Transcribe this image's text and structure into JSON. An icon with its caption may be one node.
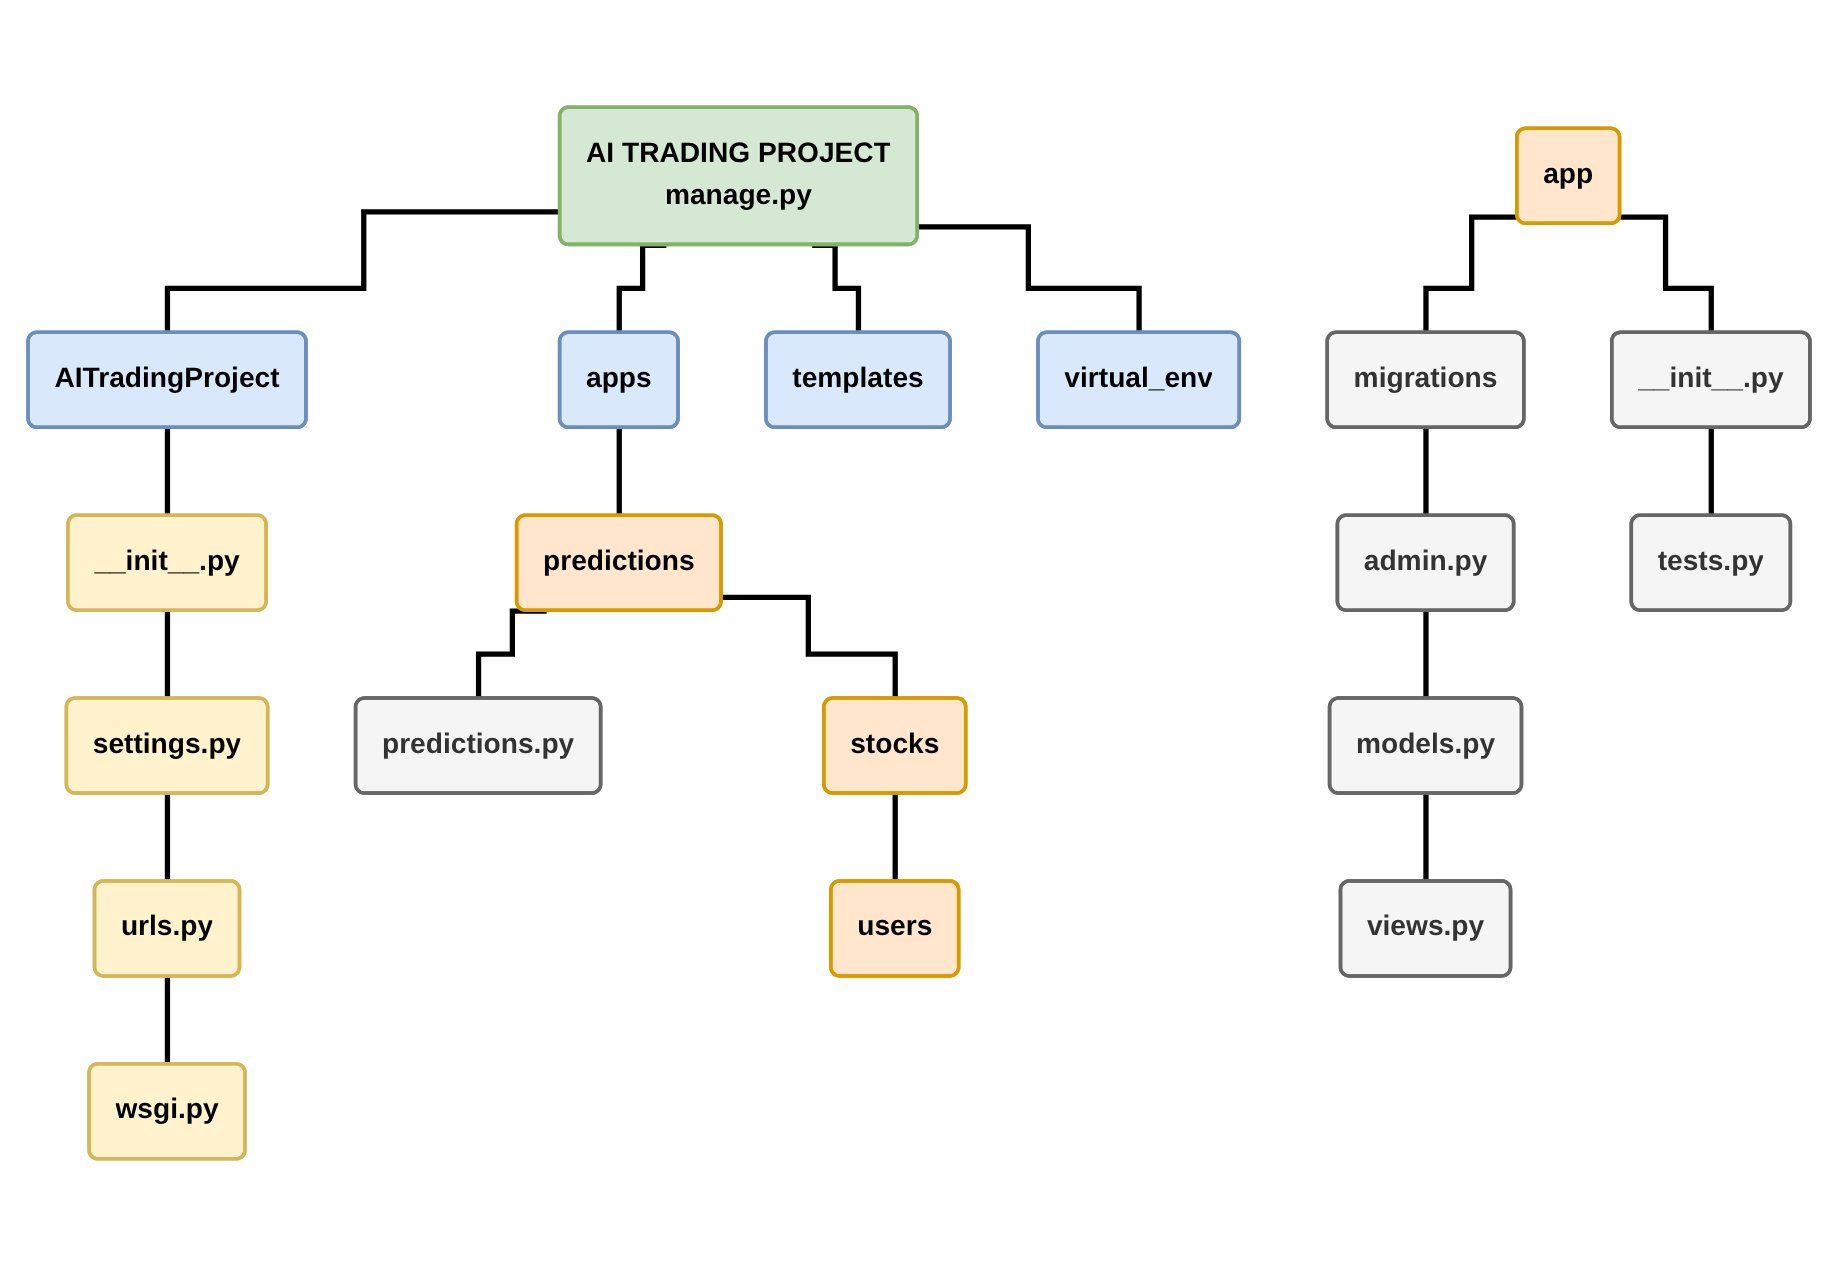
{
  "diagram": {
    "nodes": [
      {
        "text": [
          "AI TRADING PROJECT",
          "manage.py"
        ]
      },
      {
        "text": [
          "AITradingProject"
        ]
      },
      {
        "text": [
          "apps"
        ]
      },
      {
        "text": [
          "templates"
        ]
      },
      {
        "text": [
          "virtual_env"
        ]
      },
      {
        "text": [
          "__init__.py"
        ]
      },
      {
        "text": [
          "settings.py"
        ]
      },
      {
        "text": [
          "urls.py"
        ]
      },
      {
        "text": [
          "wsgi.py"
        ]
      },
      {
        "text": [
          "predictions"
        ]
      },
      {
        "text": [
          "predictions.py"
        ]
      },
      {
        "text": [
          "stocks"
        ]
      },
      {
        "text": [
          "users"
        ]
      },
      {
        "text": [
          "app"
        ]
      },
      {
        "text": [
          "migrations"
        ]
      },
      {
        "text": [
          "admin.py"
        ]
      },
      {
        "text": [
          "models.py"
        ]
      },
      {
        "text": [
          "views.py"
        ]
      },
      {
        "text": [
          "__init__.py"
        ]
      },
      {
        "text": [
          "tests.py"
        ]
      }
    ],
    "edges": [
      {
        "from": 0,
        "to": 1,
        "arrow": "none"
      },
      {
        "from": 0,
        "to": 2,
        "arrow": "none"
      },
      {
        "from": 0,
        "to": 3,
        "arrow": "none"
      },
      {
        "from": 0,
        "to": 4,
        "arrow": "none"
      },
      {
        "from": 1,
        "to": 5,
        "arrow": "none"
      },
      {
        "from": 5,
        "to": 6,
        "arrow": "none"
      },
      {
        "from": 6,
        "to": 7,
        "arrow": "none"
      },
      {
        "from": 7,
        "to": 8,
        "arrow": "none"
      },
      {
        "from": 2,
        "to": 9,
        "arrow": "none"
      },
      {
        "from": 9,
        "to": 10,
        "arrow": "none"
      },
      {
        "from": 9,
        "to": 11,
        "arrow": "none"
      },
      {
        "from": 11,
        "to": 12,
        "arrow": "none"
      },
      {
        "from": 13,
        "to": 14,
        "arrow": "none"
      },
      {
        "from": 14,
        "to": 15,
        "arrow": "none"
      },
      {
        "from": 15,
        "to": 16,
        "arrow": "none"
      },
      {
        "from": 16,
        "to": 17,
        "arrow": "none"
      },
      {
        "from": 13,
        "to": 18,
        "arrow": "none"
      },
      {
        "from": 18,
        "to": 19,
        "arrow": "none"
      }
    ]
  }
}
